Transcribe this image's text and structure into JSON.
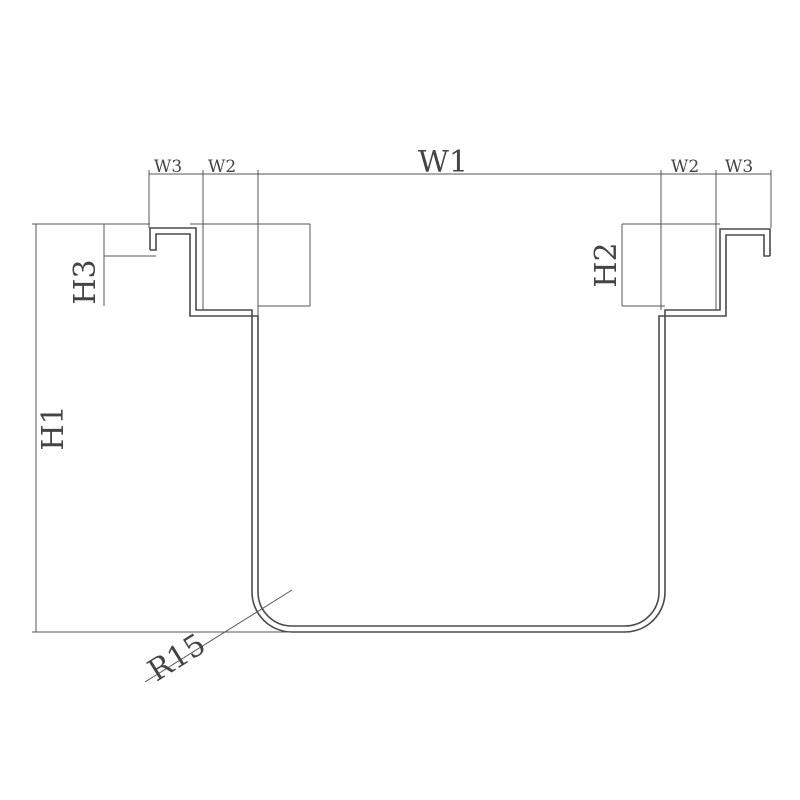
{
  "drawing": {
    "labels": {
      "w1": "W1",
      "w2_left": "W2",
      "w3_left": "W3",
      "w2_right": "W2",
      "w3_right": "W3",
      "h1": "H1",
      "h2": "H2",
      "h3": "H3",
      "r15": "R15"
    },
    "colors": {
      "line": "#4a4a4a",
      "text": "#444444",
      "background": "#ffffff"
    }
  }
}
